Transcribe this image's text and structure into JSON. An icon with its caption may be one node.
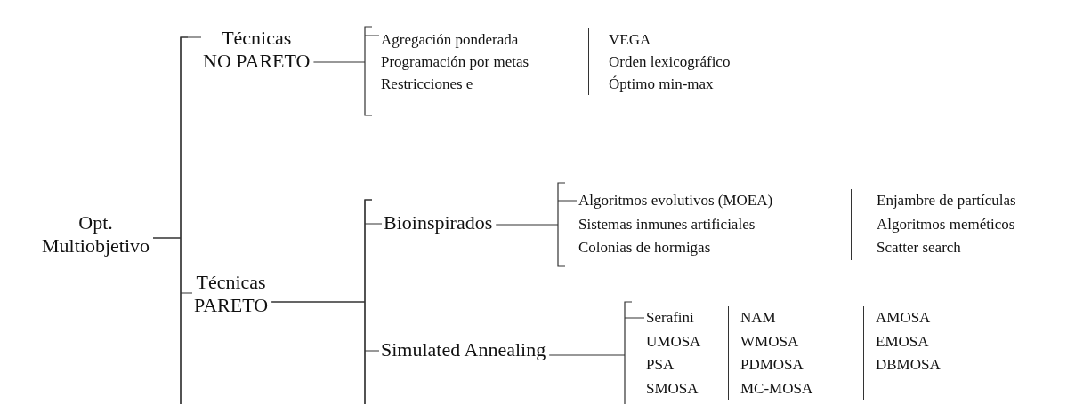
{
  "diagram": {
    "nodes": [
      {
        "text": [
          "Opt. Multiobjetivo"
        ]
      },
      {
        "text": [
          "Técnicas NO PARETO"
        ]
      },
      {
        "text": [
          "Técnicas PARETO"
        ]
      },
      {
        "text": [
          "Bioinspirados"
        ]
      },
      {
        "text": [
          "Simulated Annealing"
        ]
      },
      {
        "text": [
          "Agregación ponderada",
          "Programación por metas",
          "Restricciones e",
          "VEGA",
          "Orden lexicográfico",
          "Óptimo min-max"
        ]
      },
      {
        "text": [
          "Algoritmos evolutivos (MOEA)",
          "Sistemas inmunes artificiales",
          "Colonias de hormigas",
          "Enjambre de partículas",
          "Algoritmos meméticos",
          "Scatter search"
        ]
      },
      {
        "text": [
          "Serafini",
          "UMOSA",
          "PSA",
          "SMOSA",
          "NAM",
          "WMOSA",
          "PDMOSA",
          "MC-MOSA",
          "AMOSA",
          "EMOSA",
          "DBMOSA"
        ]
      }
    ],
    "edges": [
      {
        "from": 0,
        "to": 1,
        "arrow": "none"
      },
      {
        "from": 0,
        "to": 2,
        "arrow": "none"
      },
      {
        "from": 1,
        "to": 5,
        "arrow": "none"
      },
      {
        "from": 2,
        "to": 3,
        "arrow": "none"
      },
      {
        "from": 2,
        "to": 4,
        "arrow": "none"
      },
      {
        "from": 3,
        "to": 6,
        "arrow": "none"
      },
      {
        "from": 4,
        "to": 7,
        "arrow": "none"
      }
    ]
  }
}
